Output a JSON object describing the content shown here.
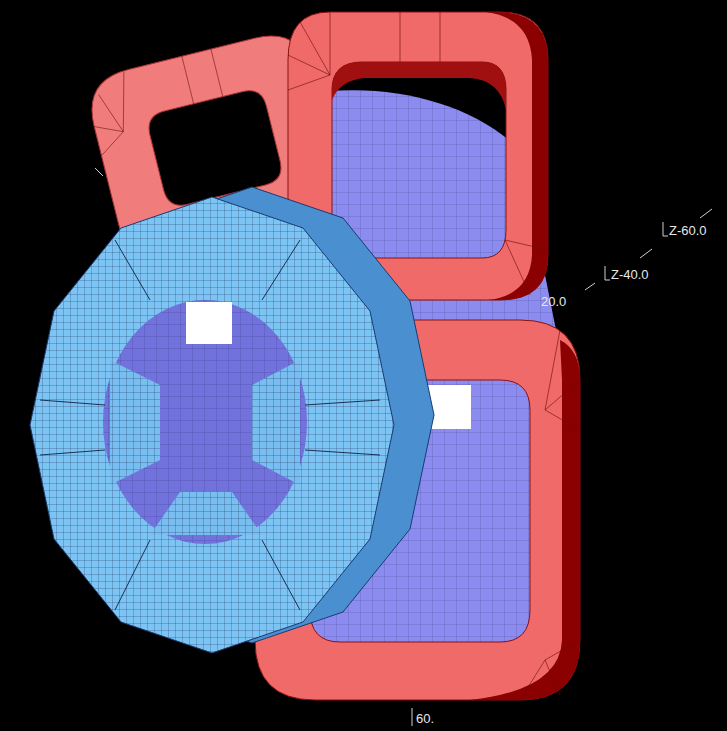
{
  "diagram": {
    "labels": [
      "Z-60.0",
      "Z-40.0",
      "20.0",
      "60."
    ]
  }
}
